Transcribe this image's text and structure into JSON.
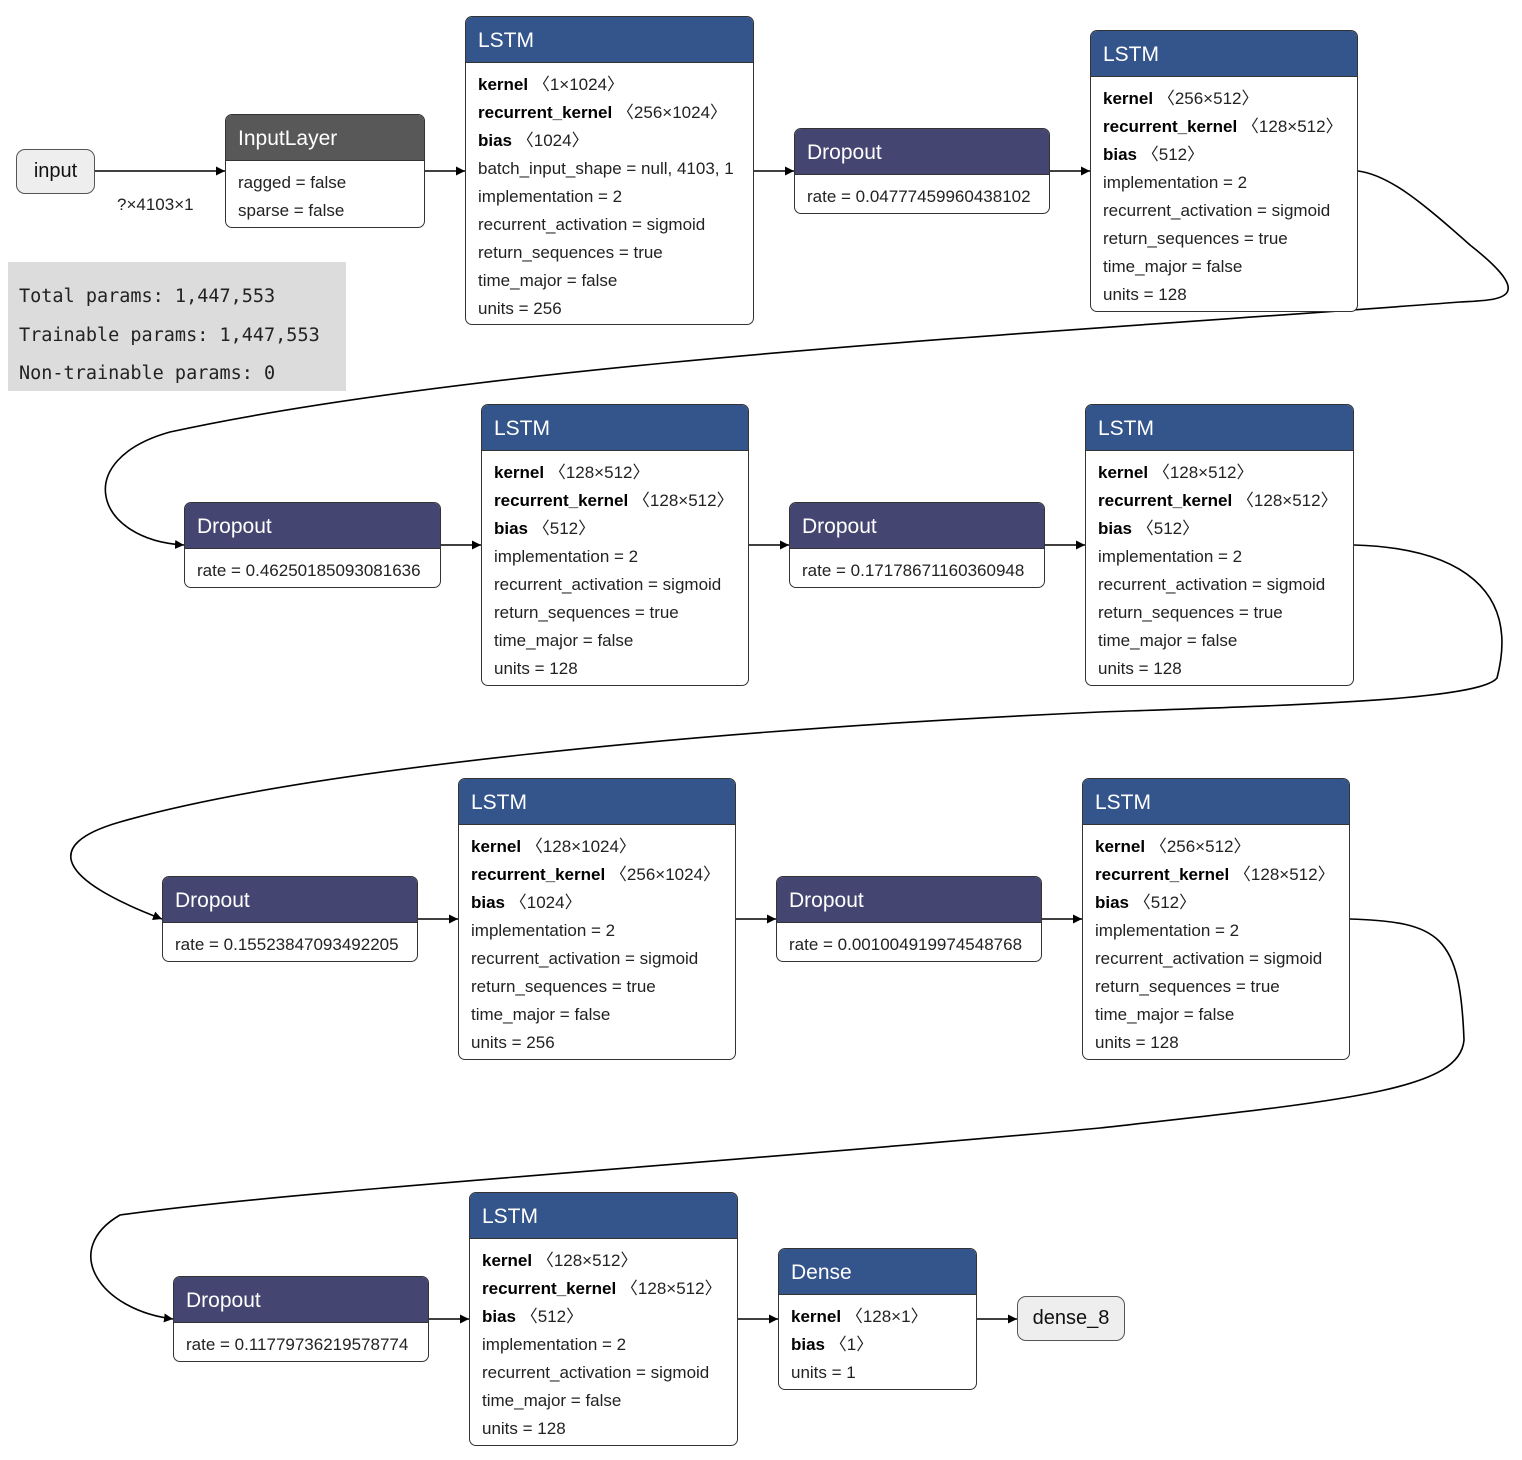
{
  "input_node": {
    "label": "input"
  },
  "output_node": {
    "label": "dense_8"
  },
  "input_edge_label": "?×4103×1",
  "summary": {
    "total": "Total params: 1,447,553",
    "trainable": "Trainable params: 1,447,553",
    "non_trainable": "Non-trainable params: 0"
  },
  "nodes": [
    {
      "title": "InputLayer",
      "attrs": [
        {
          "key": "ragged = false"
        },
        {
          "key": "sparse = false"
        }
      ]
    },
    {
      "title": "LSTM",
      "attrs": [
        {
          "key": "kernel",
          "shape": "〈1×1024〉"
        },
        {
          "key": "recurrent_kernel",
          "shape": "〈256×1024〉"
        },
        {
          "key": "bias",
          "shape": "〈1024〉"
        },
        {
          "key": "batch_input_shape = null, 4103, 1"
        },
        {
          "key": "implementation = 2"
        },
        {
          "key": "recurrent_activation = sigmoid"
        },
        {
          "key": "return_sequences = true"
        },
        {
          "key": "time_major = false"
        },
        {
          "key": "units = 256"
        }
      ]
    },
    {
      "title": "Dropout",
      "attrs": [
        {
          "key": "rate = 0.04777459960438102"
        }
      ]
    },
    {
      "title": "LSTM",
      "attrs": [
        {
          "key": "kernel",
          "shape": "〈256×512〉"
        },
        {
          "key": "recurrent_kernel",
          "shape": "〈128×512〉"
        },
        {
          "key": "bias",
          "shape": "〈512〉"
        },
        {
          "key": "implementation = 2"
        },
        {
          "key": "recurrent_activation = sigmoid"
        },
        {
          "key": "return_sequences = true"
        },
        {
          "key": "time_major = false"
        },
        {
          "key": "units = 128"
        }
      ]
    },
    {
      "title": "Dropout",
      "attrs": [
        {
          "key": "rate = 0.46250185093081636"
        }
      ]
    },
    {
      "title": "LSTM",
      "attrs": [
        {
          "key": "kernel",
          "shape": "〈128×512〉"
        },
        {
          "key": "recurrent_kernel",
          "shape": "〈128×512〉"
        },
        {
          "key": "bias",
          "shape": "〈512〉"
        },
        {
          "key": "implementation = 2"
        },
        {
          "key": "recurrent_activation = sigmoid"
        },
        {
          "key": "return_sequences = true"
        },
        {
          "key": "time_major = false"
        },
        {
          "key": "units = 128"
        }
      ]
    },
    {
      "title": "Dropout",
      "attrs": [
        {
          "key": "rate = 0.17178671160360948"
        }
      ]
    },
    {
      "title": "LSTM",
      "attrs": [
        {
          "key": "kernel",
          "shape": "〈128×512〉"
        },
        {
          "key": "recurrent_kernel",
          "shape": "〈128×512〉"
        },
        {
          "key": "bias",
          "shape": "〈512〉"
        },
        {
          "key": "implementation = 2"
        },
        {
          "key": "recurrent_activation = sigmoid"
        },
        {
          "key": "return_sequences = true"
        },
        {
          "key": "time_major = false"
        },
        {
          "key": "units = 128"
        }
      ]
    },
    {
      "title": "Dropout",
      "attrs": [
        {
          "key": "rate = 0.15523847093492205"
        }
      ]
    },
    {
      "title": "LSTM",
      "attrs": [
        {
          "key": "kernel",
          "shape": "〈128×1024〉"
        },
        {
          "key": "recurrent_kernel",
          "shape": "〈256×1024〉"
        },
        {
          "key": "bias",
          "shape": "〈1024〉"
        },
        {
          "key": "implementation = 2"
        },
        {
          "key": "recurrent_activation = sigmoid"
        },
        {
          "key": "return_sequences = true"
        },
        {
          "key": "time_major = false"
        },
        {
          "key": "units = 256"
        }
      ]
    },
    {
      "title": "Dropout",
      "attrs": [
        {
          "key": "rate = 0.001004919974548768"
        }
      ]
    },
    {
      "title": "LSTM",
      "attrs": [
        {
          "key": "kernel",
          "shape": "〈256×512〉"
        },
        {
          "key": "recurrent_kernel",
          "shape": "〈128×512〉"
        },
        {
          "key": "bias",
          "shape": "〈512〉"
        },
        {
          "key": "implementation = 2"
        },
        {
          "key": "recurrent_activation = sigmoid"
        },
        {
          "key": "return_sequences = true"
        },
        {
          "key": "time_major = false"
        },
        {
          "key": "units = 128"
        }
      ]
    },
    {
      "title": "Dropout",
      "attrs": [
        {
          "key": "rate = 0.11779736219578774"
        }
      ]
    },
    {
      "title": "LSTM",
      "attrs": [
        {
          "key": "kernel",
          "shape": "〈128×512〉"
        },
        {
          "key": "recurrent_kernel",
          "shape": "〈128×512〉"
        },
        {
          "key": "bias",
          "shape": "〈512〉"
        },
        {
          "key": "implementation = 2"
        },
        {
          "key": "recurrent_activation = sigmoid"
        },
        {
          "key": "time_major = false"
        },
        {
          "key": "units = 128"
        }
      ]
    },
    {
      "title": "Dense",
      "attrs": [
        {
          "key": "kernel",
          "shape": "〈128×1〉"
        },
        {
          "key": "bias",
          "shape": "〈1〉"
        },
        {
          "key": "units = 1"
        }
      ]
    }
  ]
}
